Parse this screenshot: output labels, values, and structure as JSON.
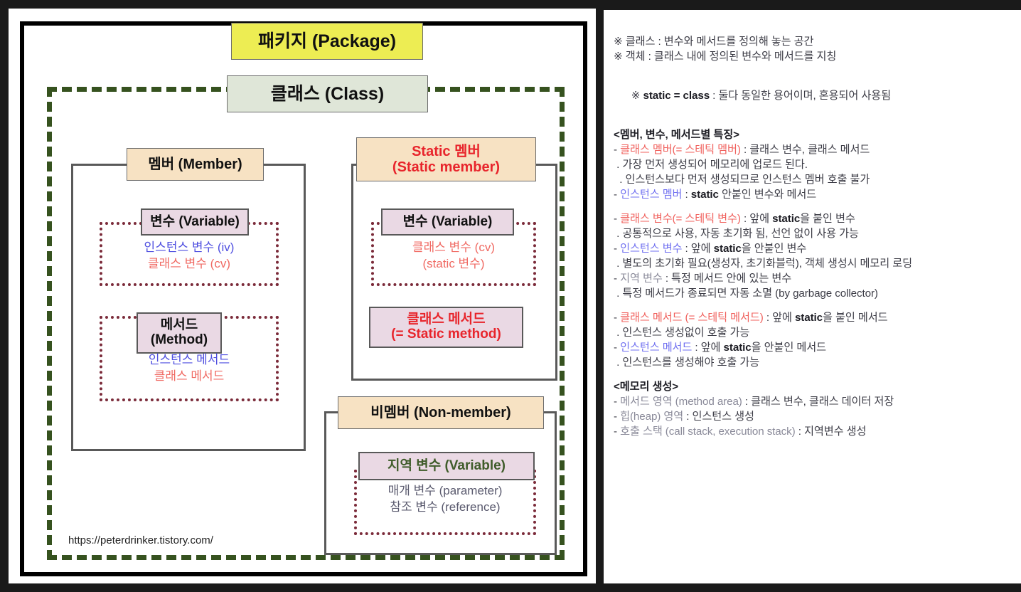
{
  "source_url": "https://peterdrinker.tistory.com/",
  "colors": {
    "package_fill": "#eded53",
    "class_fill": "#dfe6d8",
    "header_fill": "#f7e2c3",
    "chip_fill": "#ead9e4",
    "class_frame": "#36521f",
    "dotted": "#7b2b3a",
    "red": "#e8252c",
    "blue": "#4f4fe0",
    "pink": "#f06a63",
    "green_text": "#3f5c2a"
  },
  "diagram": {
    "package": {
      "label": "패키지 (Package)"
    },
    "class": {
      "label": "클래스 (Class)"
    },
    "member": {
      "header": "멤버 (Member)",
      "variable": {
        "chip": "변수 (Variable)",
        "line1": "인스턴스 변수 (iv)",
        "line2": "클래스 변수 (cv)"
      },
      "method": {
        "chip_line1": "메서드",
        "chip_line2": "(Method)",
        "line1": "인스턴스 메서드",
        "line2": "클래스 메서드"
      }
    },
    "static_member": {
      "header_line1": "Static 멤버",
      "header_line2": "(Static member)",
      "variable": {
        "chip": "변수 (Variable)",
        "line1": "클래스 변수 (cv)",
        "line2": "(static 변수)"
      },
      "method": {
        "chip_line1": "클래스 메서드",
        "chip_line2": "(= Static method)"
      }
    },
    "nonmember": {
      "header": "비멤버 (Non-member)",
      "variable": {
        "chip": "지역 변수 (Variable)",
        "line1": "매개 변수 (parameter)",
        "line2": "참조 변수 (reference)"
      }
    }
  },
  "notes": {
    "intro": [
      "※ 클래스 : 변수와 메서드를 정의해 놓는 공간",
      "※ 객체 : 클래스 내에 정의된 변수와 메서드를 지칭"
    ],
    "static_equals_class": "※ static = class : 둘다 동일한 용어이며, 혼용되어 사용됨",
    "section1_title": "<멤버, 변수, 메서드별 특징>",
    "section1": [
      {
        "marker": "- ",
        "key": "클래스 멤버(= 스테틱 멤버)",
        "key_color": "red",
        "rest": " : 클래스 변수, 클래스 메서드"
      },
      {
        "marker": " . ",
        "key": "",
        "rest": "가장 먼저 생성되어 메모리에 업로드 된다."
      },
      {
        "marker": "  . ",
        "key": "",
        "rest": "인스턴스보다 먼저 생성되므로 인스턴스 멤버 호출 불가"
      },
      {
        "marker": "- ",
        "key": "인스턴스 멤버",
        "key_color": "blue",
        "rest": " : static 안붙인 변수와 메서드",
        "bold_word": "static"
      }
    ],
    "section2": [
      {
        "marker": "- ",
        "key": "클래스 변수(= 스테틱 변수)",
        "key_color": "red",
        "rest": " : 앞에 static을 붙인 변수",
        "bold_word": "static"
      },
      {
        "marker": " . ",
        "key": "",
        "rest": "공통적으로 사용, 자동 초기화 됨, 선언 없이 사용 가능"
      },
      {
        "marker": "- ",
        "key": "인스턴스 변수",
        "key_color": "blue",
        "rest": " : 앞에 static을 안붙인 변수",
        "bold_word": "static"
      },
      {
        "marker": " . ",
        "key": "",
        "rest": "별도의 초기화 필요(생성자, 초기화블럭), 객체 생성시 메모리 로딩"
      },
      {
        "marker": "- ",
        "key": "지역 변수",
        "key_color": "grey",
        "rest": " : 특정 메서드 안에 있는 변수"
      },
      {
        "marker": " . ",
        "key": "",
        "rest": "특정 메서드가 종료되면 자동 소멸 (by garbage collector)"
      }
    ],
    "section3": [
      {
        "marker": "- ",
        "key": "클래스 메서드 (= 스테틱 메서드)",
        "key_color": "red",
        "rest": " : 앞에 static을 붙인 메서드",
        "bold_word": "static"
      },
      {
        "marker": " . ",
        "key": "",
        "rest": "인스턴스 생성없이 호출 가능"
      },
      {
        "marker": "- ",
        "key": "인스턴스 메서드",
        "key_color": "blue",
        "rest": " : 앞에 static을 안붙인 메서드",
        "bold_word": "static"
      },
      {
        "marker": " . ",
        "key": "",
        "rest": "인스턴스를 생성해야 호출 가능"
      }
    ],
    "section4_title": "<메모리 생성>",
    "section4": [
      {
        "marker": "- ",
        "key": "메서드 영역 (method area)",
        "key_color": "grey",
        "rest": " : 클래스 변수, 클래스 데이터 저장"
      },
      {
        "marker": "- ",
        "key": "힙(heap) 영역",
        "key_color": "grey",
        "rest": " : 인스턴스 생성"
      },
      {
        "marker": "- ",
        "key": "호출 스택 (call stack, execution stack)",
        "key_color": "grey",
        "rest": " : 지역변수 생성"
      }
    ]
  }
}
